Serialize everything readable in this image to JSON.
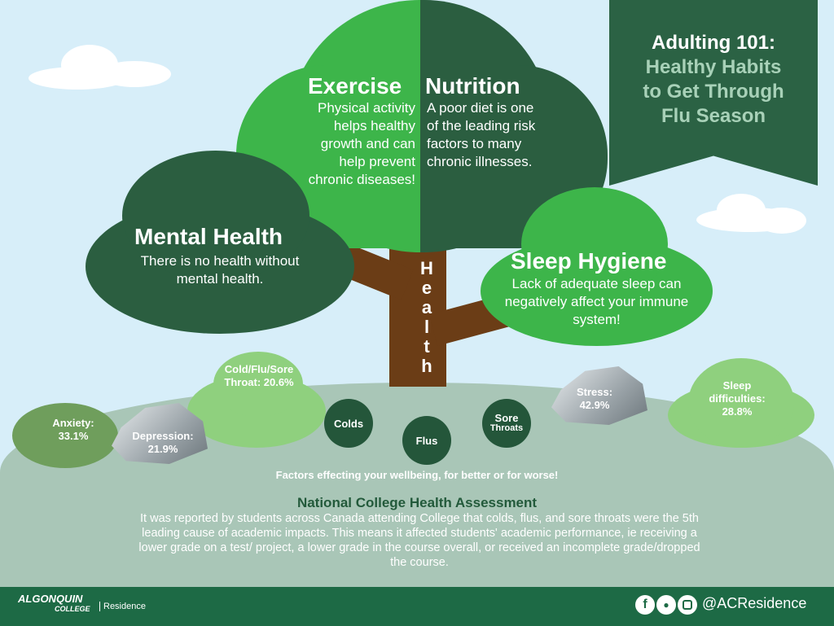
{
  "banner": {
    "line1": "Adulting 101:",
    "line2": "Healthy Habits",
    "line3": "to Get Through",
    "line4": "Flu Season"
  },
  "exercise": {
    "title": "Exercise",
    "text": "Physical activity helps healthy growth and can help prevent chronic diseases!"
  },
  "nutrition": {
    "title": "Nutrition",
    "text": "A poor diet is one of the leading risk factors to many chronic illnesses."
  },
  "mental": {
    "title": "Mental Health",
    "text": "There is no health without mental health."
  },
  "sleep": {
    "title": "Sleep Hygiene",
    "text": "Lack of adequate sleep can negatively affect your immune system!"
  },
  "trunk_letters": [
    "H",
    "e",
    "a",
    "l",
    "t",
    "h"
  ],
  "roots": {
    "colds": "Colds",
    "flus": "Flus",
    "sore": "Sore",
    "throats": "Throats"
  },
  "stats": {
    "cold": "Cold/Flu/Sore Throat: 20.6%",
    "anxiety": "Anxiety: 33.1%",
    "depression": "Depression: 21.9%",
    "stress": "Stress: 42.9%",
    "sleep": "Sleep difficulties: 28.8%"
  },
  "factors": "Factors effecting your wellbeing, for better or for worse!",
  "assessment": {
    "title": "National College Health Assessment",
    "text": "It was reported by students across Canada attending College that colds, flus, and sore throats were the 5th leading cause of academic impacts. This means it affected students' academic performance, ie receiving a lower grade on a test/ project, a lower grade in the course overall, or received an incomplete grade/dropped the course."
  },
  "footer": {
    "logo_top": "ALGONQUIN",
    "logo_bottom": "COLLEGE",
    "residence": "Residence",
    "handle": "@ACResidence"
  }
}
